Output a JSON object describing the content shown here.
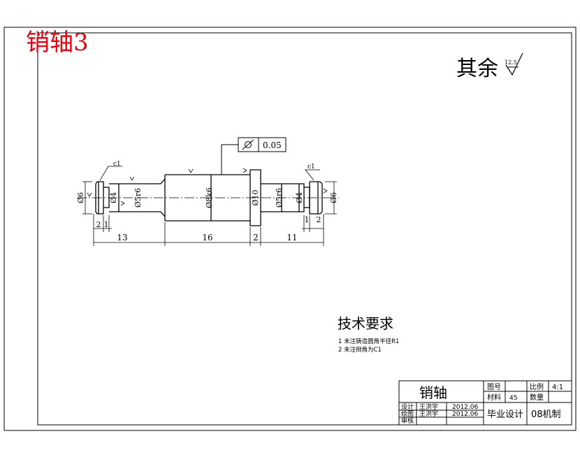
{
  "watermark_title": "销轴3",
  "roughness": {
    "label": "其余",
    "value": "12.5"
  },
  "tolerance": {
    "value": "0.05"
  },
  "dims": {
    "horizontal": [
      "13",
      "16",
      "2",
      "11",
      "2",
      "1",
      "1",
      "2"
    ],
    "diameters": [
      "Ø6",
      "Ø4",
      "Ø5r6",
      "Ø8k6",
      "Ø10",
      "Ø5r6",
      "Ø4",
      "Ø6"
    ],
    "chamfers": [
      "c1",
      "c1"
    ]
  },
  "tech": {
    "title": "技术要求",
    "lines": [
      "1 未注铸造圆角半径R1",
      "2 未注倒角为C1"
    ]
  },
  "titleblock": {
    "part_name": "销轴",
    "drawing_no_label": "图号",
    "scale_label": "比例",
    "scale_value": "4:1",
    "material_label": "材料",
    "material_value": "45",
    "qty_label": "数量",
    "designer_label": "设计",
    "designer_name": "王洪宇",
    "designer_date": "2012.06",
    "drafter_label": "绘图",
    "drafter_name": "王洪宇",
    "drafter_date": "2012.06",
    "reviewer_label": "审核",
    "project": "毕业设计",
    "class": "08机制"
  },
  "colors": {
    "line": "#000000",
    "watermark": "#e8000e"
  }
}
